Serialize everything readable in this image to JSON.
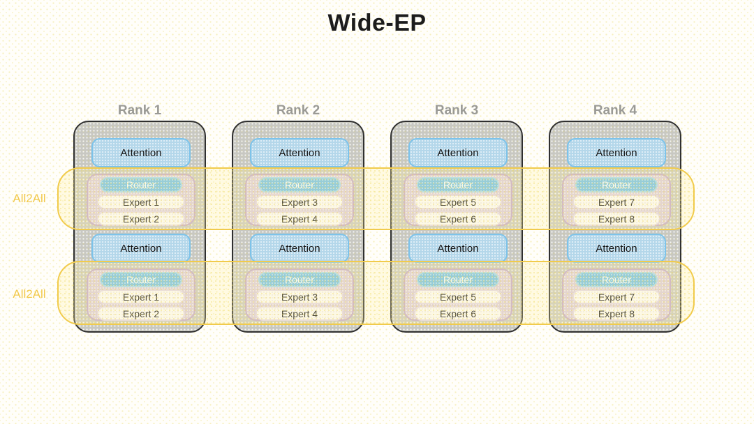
{
  "title": "Wide-EP",
  "labels": {
    "attention": "Attention",
    "router": "Router",
    "all2all": "All2All"
  },
  "ranks": [
    {
      "name": "Rank 1",
      "experts": [
        "Expert 1",
        "Expert 2"
      ]
    },
    {
      "name": "Rank 2",
      "experts": [
        "Expert 3",
        "Expert 4"
      ]
    },
    {
      "name": "Rank 3",
      "experts": [
        "Expert 5",
        "Expert 6"
      ]
    },
    {
      "name": "Rank 4",
      "experts": [
        "Expert 7",
        "Expert 8"
      ]
    }
  ],
  "colors": {
    "accent_yellow": "#F2CB4E",
    "band_fill_tint": "#FDF4C7",
    "rank_box_gray": "#C8C8C2",
    "rank_border_dark": "#303030",
    "attention_blue": "#B4D7EA",
    "attention_border_blue": "#7DC3EA",
    "router_blue": "#6FC0EA",
    "moe_lavender": "#DACBDE",
    "moe_border_purple": "#C2A7CE",
    "rank_label_gray": "#9A9A95"
  }
}
